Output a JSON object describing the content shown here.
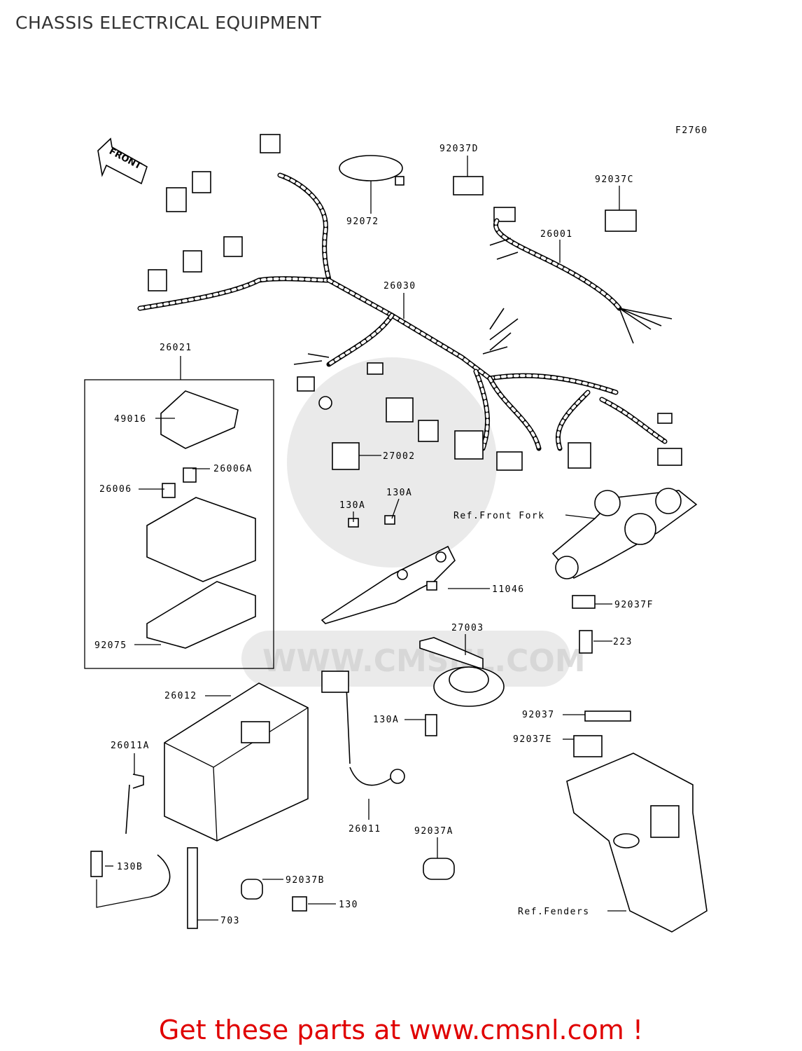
{
  "page": {
    "title": "CHASSIS ELECTRICAL EQUIPMENT",
    "promo": "Get these parts at www.cmsnl.com !",
    "diagram_code": "F2760",
    "front_arrow": "FRONT",
    "watermark": "WWW.CMSNL.COM"
  },
  "callouts": [
    {
      "id": "c-92037D",
      "label": "92037D"
    },
    {
      "id": "c-92037C",
      "label": "92037C"
    },
    {
      "id": "c-92072",
      "label": "92072"
    },
    {
      "id": "c-26001",
      "label": "26001"
    },
    {
      "id": "c-26030",
      "label": "26030"
    },
    {
      "id": "c-26021",
      "label": "26021"
    },
    {
      "id": "c-49016",
      "label": "49016"
    },
    {
      "id": "c-26006A",
      "label": "26006A"
    },
    {
      "id": "c-26006",
      "label": "26006"
    },
    {
      "id": "c-92075",
      "label": "92075"
    },
    {
      "id": "c-27002",
      "label": "27002"
    },
    {
      "id": "c-130A-1",
      "label": "130A"
    },
    {
      "id": "c-130A-2",
      "label": "130A"
    },
    {
      "id": "c-11046",
      "label": "11046"
    },
    {
      "id": "c-ref-front-fork",
      "label": "Ref.Front Fork"
    },
    {
      "id": "c-92037F",
      "label": "92037F"
    },
    {
      "id": "c-27003",
      "label": "27003"
    },
    {
      "id": "c-223",
      "label": "223"
    },
    {
      "id": "c-26012",
      "label": "26012"
    },
    {
      "id": "c-130A-3",
      "label": "130A"
    },
    {
      "id": "c-92037",
      "label": "92037"
    },
    {
      "id": "c-92037E",
      "label": "92037E"
    },
    {
      "id": "c-26011A",
      "label": "26011A"
    },
    {
      "id": "c-26011",
      "label": "26011"
    },
    {
      "id": "c-92037A",
      "label": "92037A"
    },
    {
      "id": "c-130B",
      "label": "130B"
    },
    {
      "id": "c-92037B",
      "label": "92037B"
    },
    {
      "id": "c-130",
      "label": "130"
    },
    {
      "id": "c-703",
      "label": "703"
    },
    {
      "id": "c-ref-fenders",
      "label": "Ref.Fenders"
    }
  ],
  "colors": {
    "promo": "#e00000",
    "title": "#333333",
    "line": "#000000",
    "watermark": "#d8d8d8"
  }
}
